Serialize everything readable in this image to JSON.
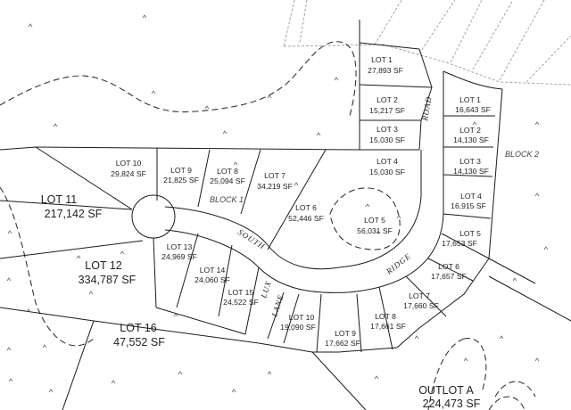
{
  "block_labels": {
    "block1": "BLOCK 1",
    "block2": "BLOCK 2"
  },
  "roads": {
    "south": "SOUTH",
    "ridge": "RIDGE",
    "road": "ROAD",
    "lux": "LUX",
    "lane": "LANE"
  },
  "lots": {
    "b2_lot1": {
      "name": "LOT 1",
      "area": "27,893 SF"
    },
    "b2_lot2": {
      "name": "LOT 2",
      "area": "15,217 SF"
    },
    "b2_lot3": {
      "name": "LOT 3",
      "area": "15,030 SF"
    },
    "b2_lot4": {
      "name": "LOT 4",
      "area": "15,030 SF"
    },
    "b2_lot5": {
      "name": "LOT 5",
      "area": "56,031 SF"
    },
    "b2_lot6": {
      "name": "LOT 6",
      "area": "52,446 SF"
    },
    "b2_lot7": {
      "name": "LOT 7",
      "area": "34,219 SF"
    },
    "b2_lot8": {
      "name": "LOT 8",
      "area": "25,094 SF"
    },
    "b2_lot9": {
      "name": "LOT 9",
      "area": "21,825 SF"
    },
    "b2_lot10": {
      "name": "LOT 10",
      "area": "29,824 SF"
    },
    "lot11": {
      "name": "LOT 11",
      "area": "217,142 SF"
    },
    "lot12": {
      "name": "LOT 12",
      "area": "334,787 SF"
    },
    "lot13": {
      "name": "LOT 13",
      "area": "24,969 SF"
    },
    "lot14": {
      "name": "LOT 14",
      "area": "24,060 SF"
    },
    "lot15": {
      "name": "LOT 15",
      "area": "24,522 SF"
    },
    "lot16": {
      "name": "LOT 16",
      "area": "47,552 SF"
    },
    "e_lot1": {
      "name": "LOT 1",
      "area": "16,643 SF"
    },
    "e_lot2": {
      "name": "LOT 2",
      "area": "14,130 SF"
    },
    "e_lot3": {
      "name": "LOT 3",
      "area": "14,130 SF"
    },
    "e_lot4": {
      "name": "LOT 4",
      "area": "16,915 SF"
    },
    "e_lot5": {
      "name": "LOT 5",
      "area": "17,653 SF"
    },
    "e_lot6": {
      "name": "LOT 6",
      "area": "17,657 SF"
    },
    "e_lot7": {
      "name": "LOT 7",
      "area": "17,660 SF"
    },
    "e_lot8": {
      "name": "LOT 8",
      "area": "17,661 SF"
    },
    "e_lot9": {
      "name": "LOT 9",
      "area": "17,662 SF"
    },
    "e_lot10": {
      "name": "LOT 10",
      "area": "19,090 SF"
    },
    "outlot": {
      "name": "OUTLOT A",
      "area": "224,473 SF"
    }
  }
}
